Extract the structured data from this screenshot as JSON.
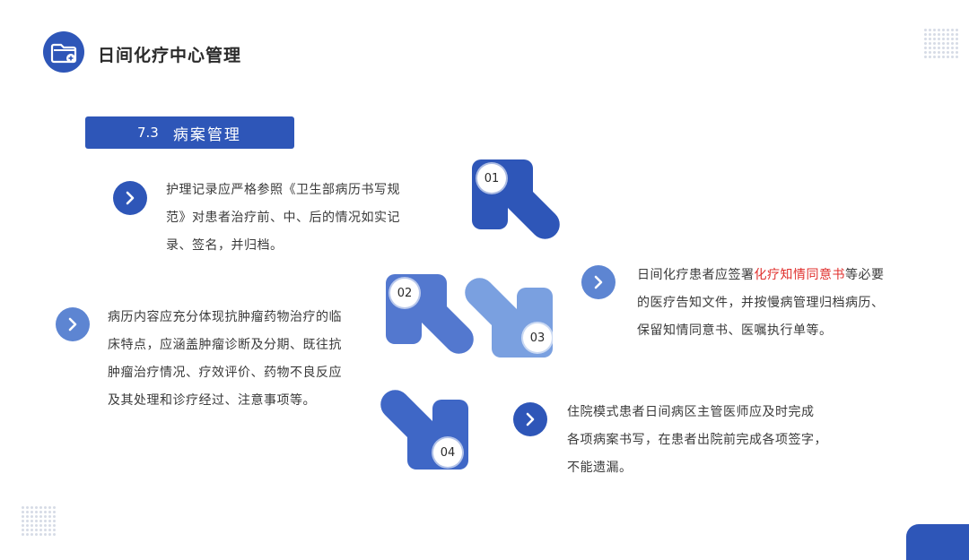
{
  "header": {
    "title": "日间化疗中心管理",
    "icon": "folder-plus-icon"
  },
  "section": {
    "number": "7.3",
    "title": "病案管理"
  },
  "items": [
    {
      "badge": "01",
      "lines": [
        "护理记录应严格参照《卫生部病历书写规",
        "范》对患者治疗前、中、后的情况如实记",
        "录、签名，并归档。"
      ]
    },
    {
      "badge": "02",
      "lines": [
        "病历内容应充分体现抗肿瘤药物治疗的临",
        "床特点，应涵盖肿瘤诊断及分期、既往抗",
        "肿瘤治疗情况、疗效评价、药物不良反应",
        "及其处理和诊疗经过、注意事项等。"
      ]
    },
    {
      "badge": "03",
      "line1_before": "日间化疗患者应签署",
      "line1_highlight": "化疗知情同意书",
      "line1_after": "等必要",
      "lines": [
        "的医疗告知文件，并按慢病管理归档病历、",
        "保留知情同意书、医嘱执行单等。"
      ]
    },
    {
      "badge": "04",
      "lines": [
        "住院模式患者日间病区主管医师应及时完成",
        "各项病案书写，在患者出院前完成各项签字，",
        "不能遗漏。"
      ]
    }
  ],
  "colors": {
    "primary": "#2e56b8",
    "light": "#6f95d8",
    "highlight": "#e0302e"
  }
}
